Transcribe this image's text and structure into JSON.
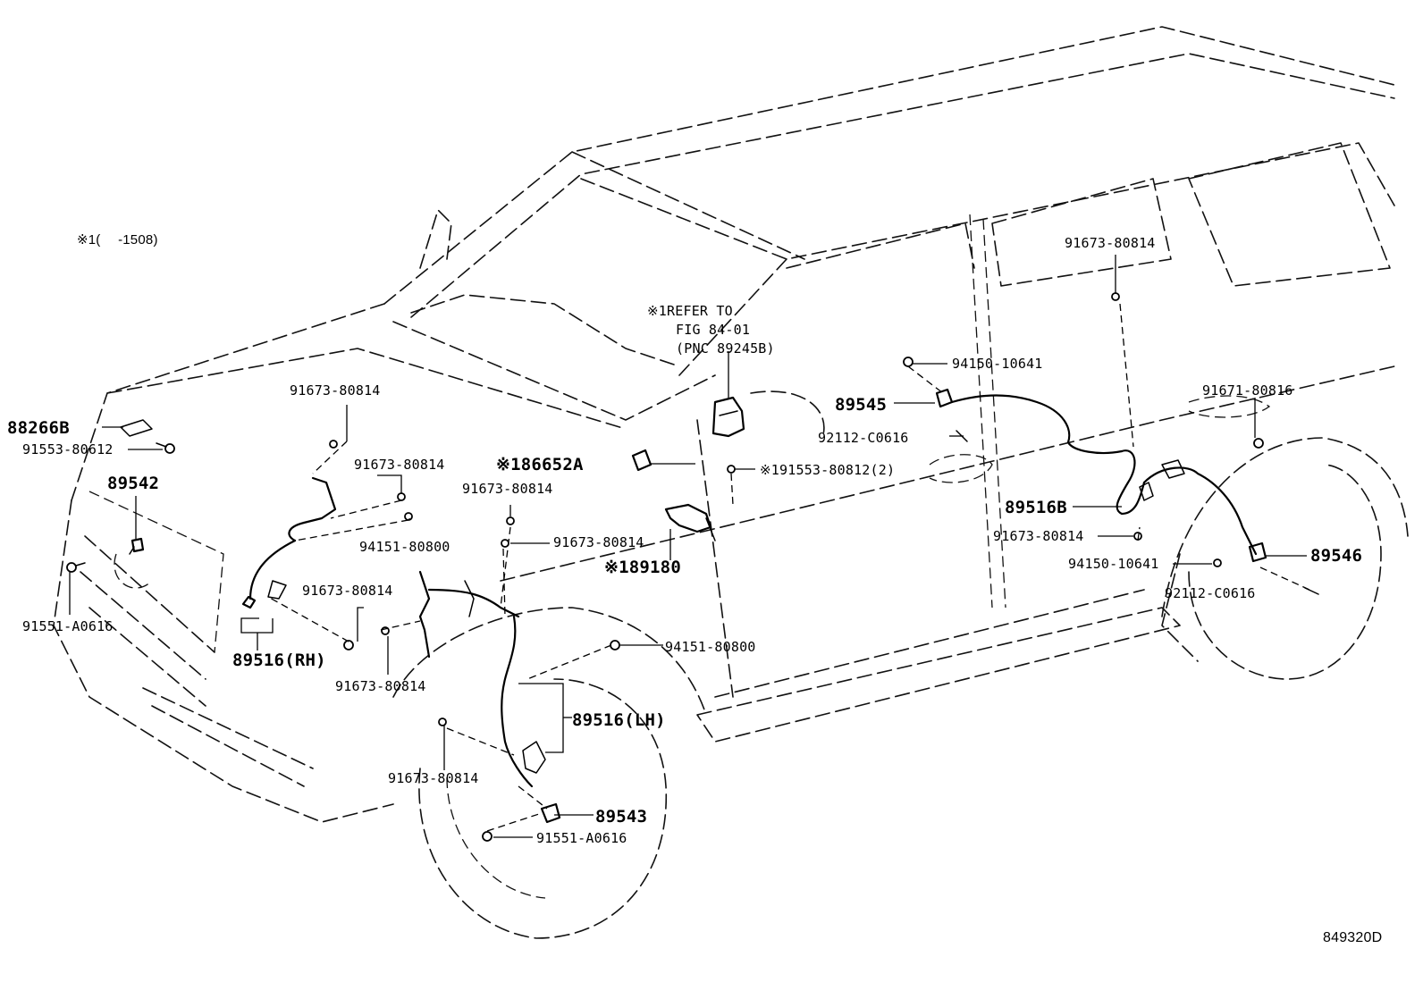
{
  "header_note": "※1(　 -1508)",
  "refer_note": {
    "line1": "※1REFER TO",
    "line2": "FIG 84-01",
    "line3": "(PNC 89245B)"
  },
  "labels": {
    "p88266B": "88266B",
    "p91553_80612": "91553-80612",
    "p89542": "89542",
    "p91551_A0616_front": "91551-A0616",
    "p91673_80814_a": "91673-80814",
    "p91673_80814_b": "91673-80814",
    "p94151_80800_a": "94151-80800",
    "p91673_80814_c": "91673-80814",
    "p89516_RH": "89516(RH)",
    "p91673_80814_d": "91673-80814",
    "p91673_80814_e": "91673-80814",
    "p91673_80814_f": "91673-80814",
    "p186652A": "※186652A",
    "p189180": "※189180",
    "p94151_80800_b": "94151-80800",
    "p89516_LH": "89516(LH)",
    "p91673_80814_g": "91673-80814",
    "p89543": "89543",
    "p91551_A0616_lower": "91551-A0616",
    "p89545": "89545",
    "p92112_C0616_a": "92112-C0616",
    "p191553_80812": "※191553-80812(2)",
    "p94150_10641_a": "94150-10641",
    "p91673_80814_h": "91673-80814",
    "p91671_80816": "91671-80816",
    "p89516B": "89516B",
    "p91673_80814_i": "91673-80814",
    "p94150_10641_b": "94150-10641",
    "p89546": "89546",
    "p92112_C0616_b": "92112-C0616"
  },
  "figure_code": "849320D"
}
